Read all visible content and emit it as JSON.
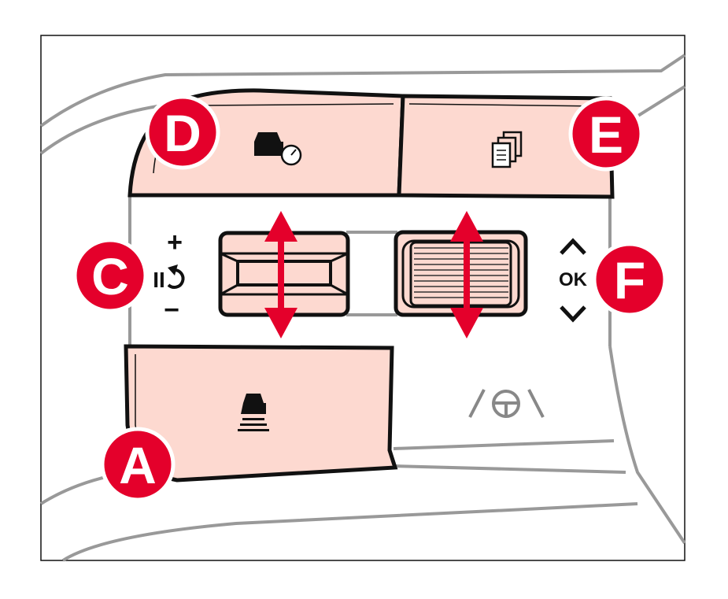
{
  "colors": {
    "accent": "#e4002b",
    "button_fill": "#fdd9d0",
    "outline": "#111111",
    "panel_line": "#999999"
  },
  "callouts": {
    "a": "A",
    "c": "C",
    "d": "D",
    "e": "E",
    "f": "F"
  },
  "controls": {
    "plus": "+",
    "minus": "−",
    "pause_resume": "II",
    "ok": "OK"
  },
  "icons": [
    "car-speedometer-icon",
    "documents-icon",
    "car-lane-distance-icon",
    "lane-steering-assist-icon",
    "up-down-arrow-icon",
    "chevron-up-icon",
    "chevron-down-icon",
    "resume-icon"
  ]
}
